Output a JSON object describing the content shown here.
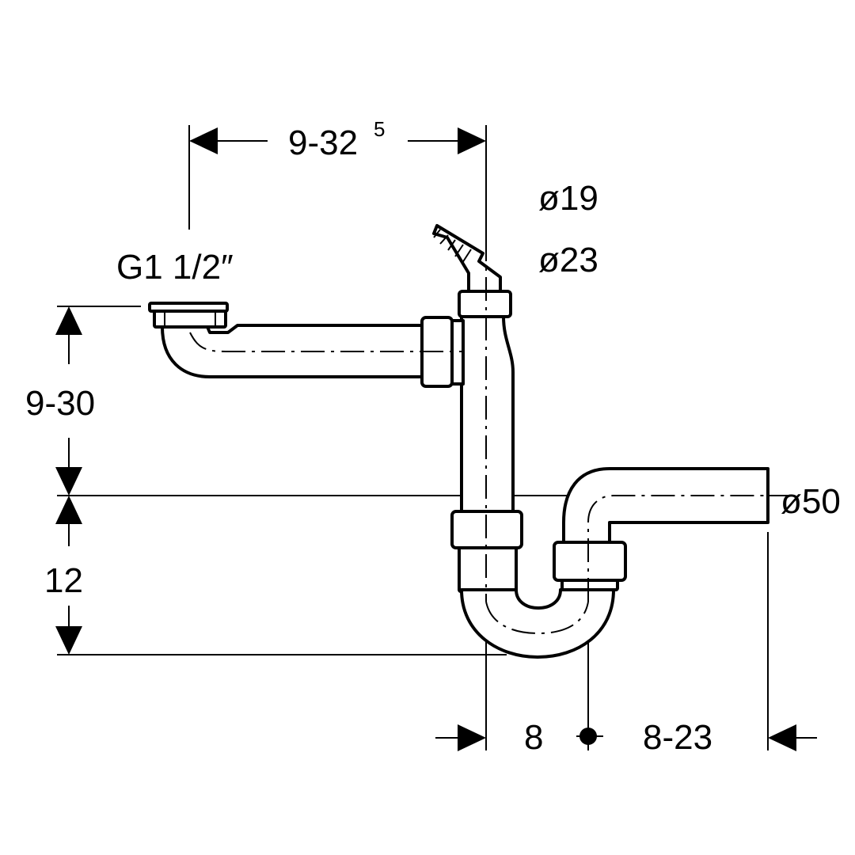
{
  "dimensions": {
    "top_width": {
      "main": "9-32",
      "sup": "5"
    },
    "hose_dia_small": "ø19",
    "hose_dia_large": "ø23",
    "thread": "G1 1/2″",
    "left_height_upper": "9-30",
    "left_height_lower": "12",
    "outlet_dia": "ø50",
    "bottom_offset": "8",
    "bottom_range": "8-23"
  }
}
